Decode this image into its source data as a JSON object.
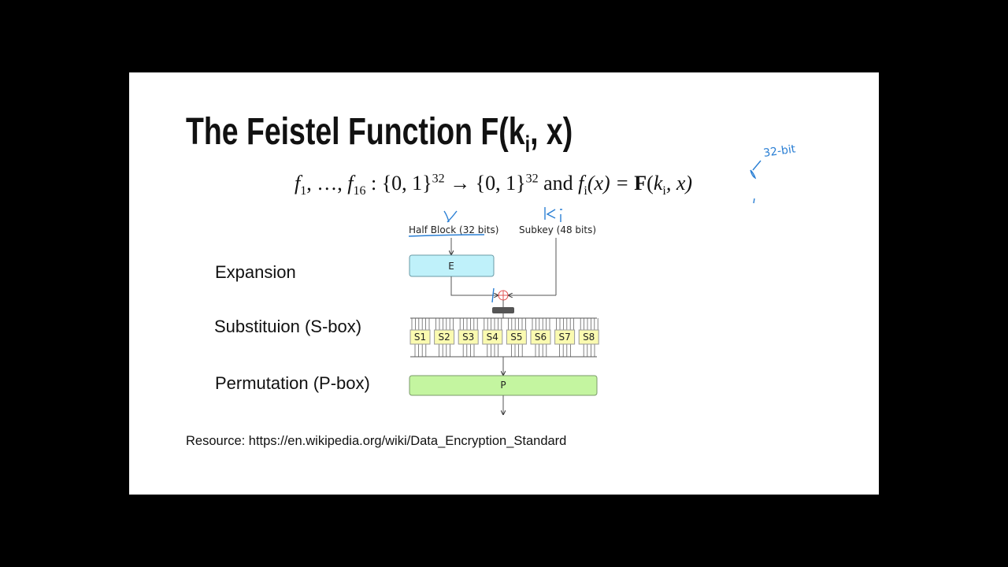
{
  "slide": {
    "title_main": "The Feistel Function F(k",
    "title_sub": "i",
    "title_end": ", x)",
    "formula": {
      "f1": "f",
      "f1_sub": "1",
      "dots": ", …, ",
      "f16": "f",
      "f16_sub": "16",
      "domain": " : {0, 1}",
      "exp1": "32",
      "arrow": " → {0, 1}",
      "exp2": "32",
      "and": " and ",
      "fi": "f",
      "fi_sub": "i",
      "fi_arg": "(x) = ",
      "F": "F",
      "args_open": "(",
      "k": "k",
      "k_sub": "i",
      "args_rest": ", x)"
    },
    "stage_labels": [
      "Expansion",
      "Substituion (S-box)",
      "Permutation (P-box)"
    ],
    "resource": "Resource: https://en.wikipedia.org/wiki/Data_Encryption_Standard"
  },
  "diagram": {
    "half_block": "Half Block (32 bits)",
    "subkey": "Subkey (48 bits)",
    "expansion_box": "E",
    "sboxes": [
      "S1",
      "S2",
      "S3",
      "S4",
      "S5",
      "S6",
      "S7",
      "S8"
    ],
    "permutation_box": "P",
    "colors": {
      "expansion": "#bff1fa",
      "sbox": "#fafab0",
      "permutation": "#c4f5a0",
      "xor": "#e05050",
      "ink": "#2a7fd4"
    }
  },
  "annotations": {
    "half_block_note": "x",
    "subkey_note": "ki",
    "x_note": "32-bit"
  }
}
